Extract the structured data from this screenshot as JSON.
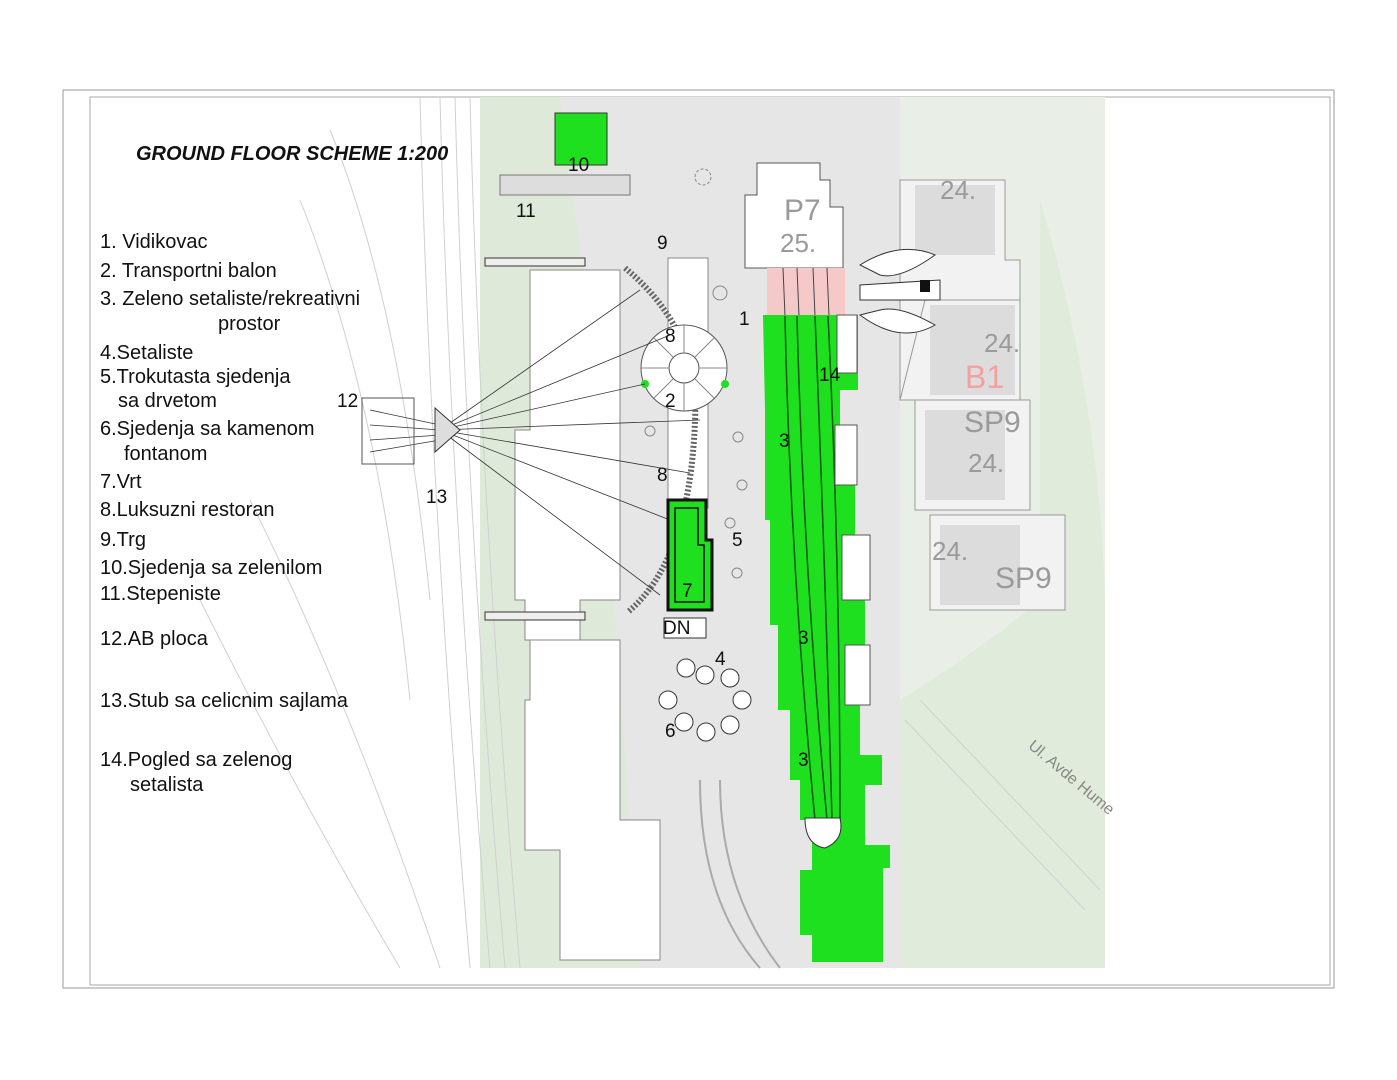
{
  "title": "GROUND FLOOR SCHEME 1:200",
  "legend": [
    {
      "line1": "1. Vidikovac"
    },
    {
      "line1": "2. Transportni balon"
    },
    {
      "line1": "3. Zeleno setaliste/rekreativni",
      "line2": "prostor"
    },
    {
      "line1": "4.Setaliste"
    },
    {
      "line1": "5.Trokutasta sjedenja",
      "line2": "sa drvetom"
    },
    {
      "line1": "6.Sjedenja sa kamenom",
      "line2": "fontanom"
    },
    {
      "line1": "7.Vrt"
    },
    {
      "line1": "8.Luksuzni restoran"
    },
    {
      "line1": "9.Trg"
    },
    {
      "line1": "10.Sjedenja sa zelenilom"
    },
    {
      "line1": "11.Stepeniste"
    },
    {
      "line1": "12.AB ploca"
    },
    {
      "line1": "13.Stub sa celicnim sajlama"
    },
    {
      "line1": "14.Pogled sa zelenog",
      "line2": "setalista"
    }
  ],
  "map_labels": {
    "n10": "10",
    "n11": "11",
    "n9": "9",
    "n1": "1",
    "n8a": "8",
    "n2": "2",
    "n12": "12",
    "n13": "13",
    "n8b": "8",
    "n5": "5",
    "n7": "7",
    "dn": "DN",
    "n4": "4",
    "n6": "6",
    "n3a": "3",
    "n14": "14",
    "n3b": "3",
    "n3c": "3"
  },
  "buildings": {
    "p7": "P7",
    "p7_num": "25.",
    "b_24a": "24.",
    "b_24b": "24.",
    "b1": "B1",
    "sp9a": "SP9",
    "b_24c": "24.",
    "b_24d": "24.",
    "sp9b": "SP9"
  },
  "street": "Ul. Avde Hume",
  "colors": {
    "green": "#1ee01e",
    "pink": "#f6c9c9",
    "light_green": "#d8ead2",
    "ground": "#e6e6e6"
  }
}
